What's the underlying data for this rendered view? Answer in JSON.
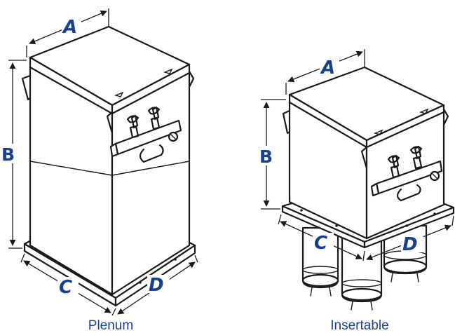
{
  "units": [
    {
      "caption": "Plenum",
      "labels": {
        "a": "A",
        "b": "B",
        "c": "C",
        "d": "D"
      }
    },
    {
      "caption": "Insertable",
      "labels": {
        "a": "A",
        "b": "B",
        "c": "C",
        "d": "D"
      }
    }
  ],
  "colors": {
    "label": "#1b3f8f",
    "line": "#1a1a1a"
  }
}
